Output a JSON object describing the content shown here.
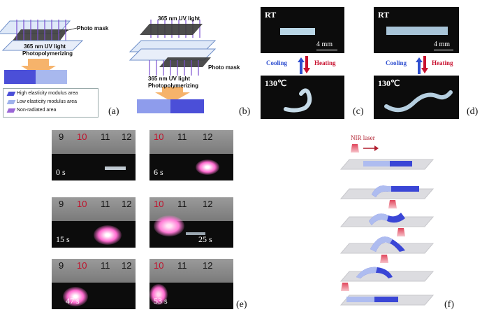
{
  "panel_a": {
    "mask_label": "Photo mask",
    "uv_label": "365 nm UV light",
    "process_label": "Photopolymerizing",
    "legend": [
      {
        "label": "High elasticity modulus area",
        "color": "#4b4fd8"
      },
      {
        "label": "Low elasticity modulus area",
        "color": "#9fb2ec"
      },
      {
        "label": "Non-radiated area",
        "color": "#9a66d6"
      }
    ],
    "tag": "(a)"
  },
  "panel_b": {
    "uv_label": "365 nm UV light",
    "mask_label": "Photo mask",
    "uv_label_bottom": "365 nm UV light",
    "process_label": "Photopolymerizing",
    "tag": "(b)"
  },
  "panel_c": {
    "top_label": "RT",
    "scale": "4 mm",
    "cooling": "Cooling",
    "heating": "Heating",
    "bottom_label": "130℃",
    "tag": "(c)"
  },
  "panel_d": {
    "top_label": "RT",
    "scale": "4 mm",
    "cooling": "Cooling",
    "heating": "Heating",
    "bottom_label": "130℃",
    "tag": "(d)"
  },
  "panel_e": {
    "ruler_numbers": [
      "9",
      "10",
      "11",
      "12"
    ],
    "frames": [
      {
        "time": "0 s"
      },
      {
        "time": "6 s"
      },
      {
        "time": "15 s"
      },
      {
        "time": "25 s"
      },
      {
        "time": "47 s"
      },
      {
        "time": "53 s"
      }
    ],
    "tag": "(e)"
  },
  "panel_f": {
    "laser_label": "NIR laser",
    "tag": "(f)"
  },
  "colors": {
    "accent_blue": "#3a46d6",
    "light_blue": "#aebcf0",
    "heating_red": "#c8102e",
    "cooling_blue": "#2f4fd0",
    "laser_red": "#e0445a"
  }
}
